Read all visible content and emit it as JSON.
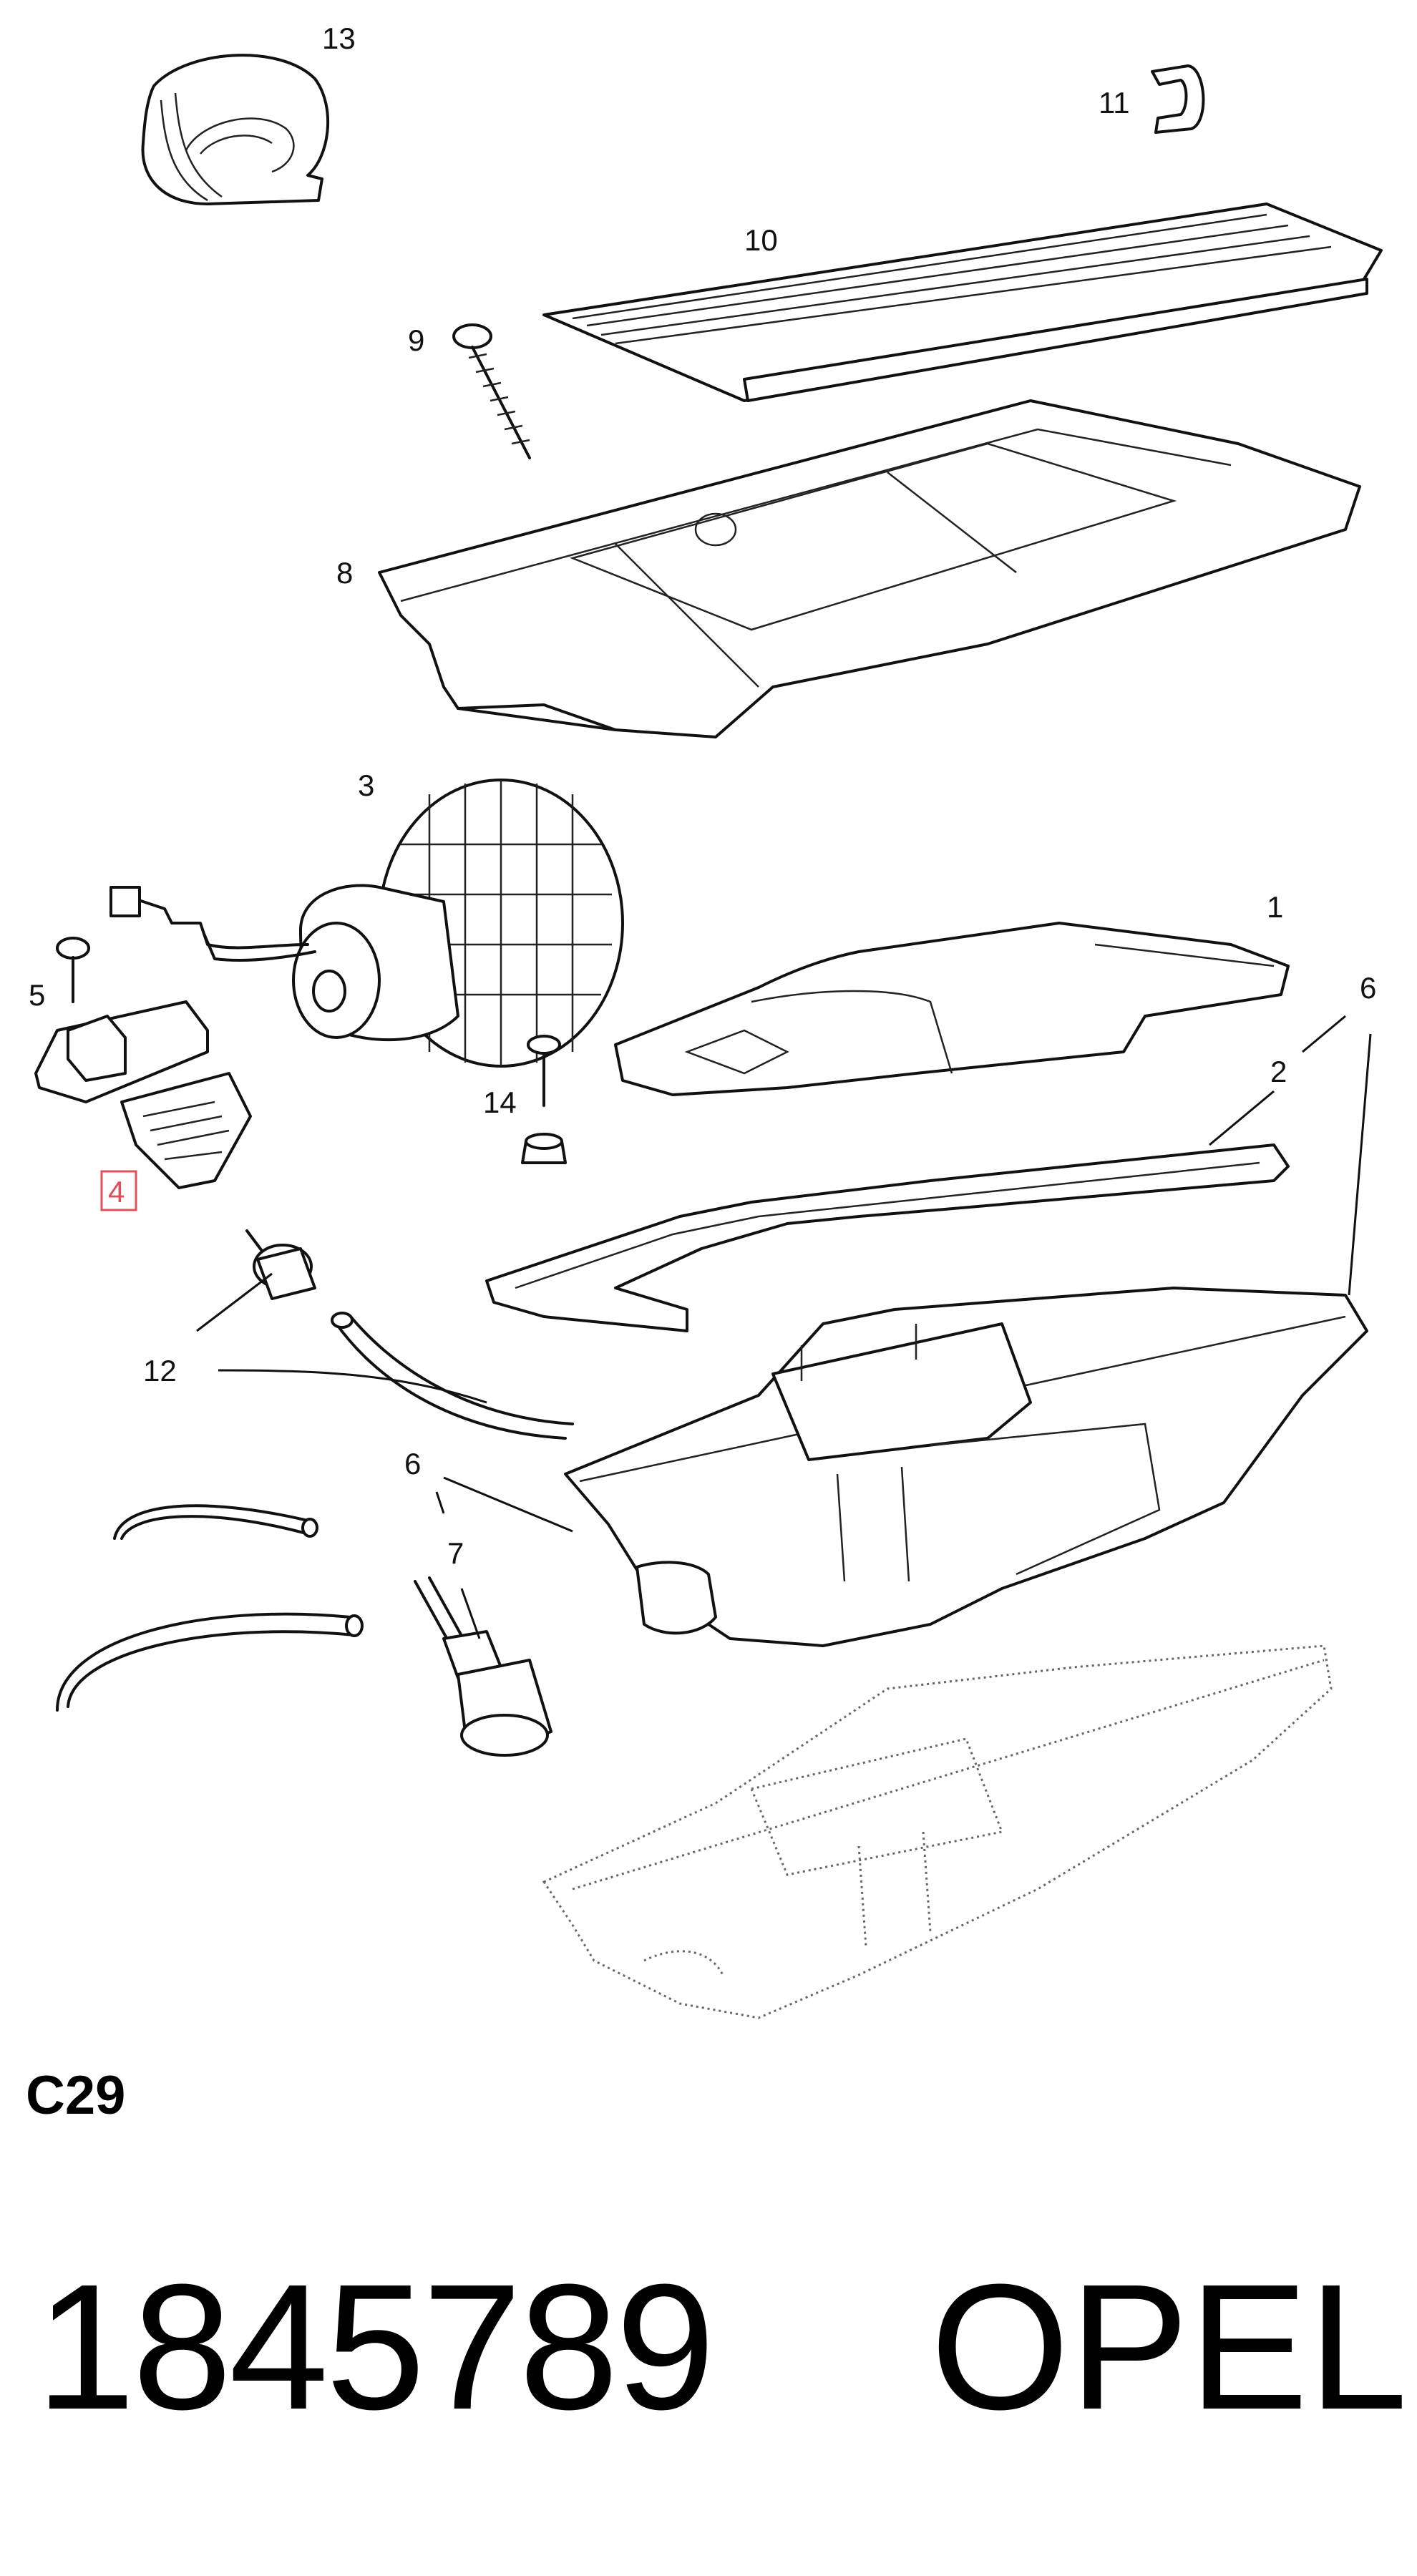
{
  "callouts": {
    "c1": "1",
    "c2": "2",
    "c3": "3",
    "c4": "4",
    "c5": "5",
    "c6a": "6",
    "c6b": "6",
    "c7": "7",
    "c8": "8",
    "c9": "9",
    "c10": "10",
    "c11": "11",
    "c12": "12",
    "c13": "13",
    "c14": "14"
  },
  "highlighted_callout": "4",
  "highlight_color": "#e0505a",
  "section_code": "C29",
  "part_number": "1845789",
  "brand": "OPEL"
}
